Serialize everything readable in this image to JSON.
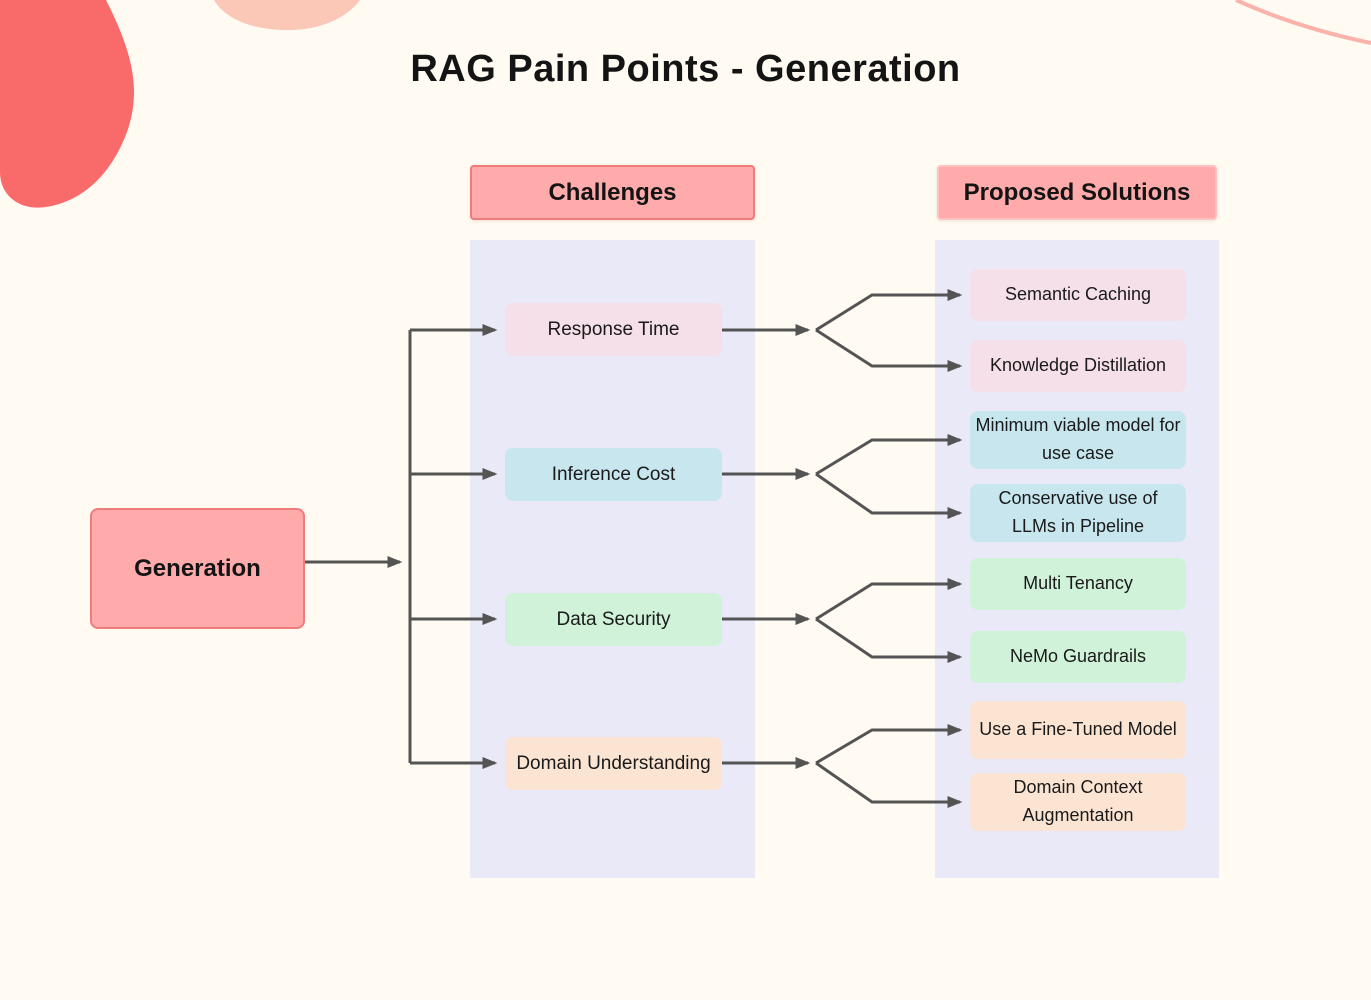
{
  "title": "RAG Pain Points - Generation",
  "headers": {
    "challenges": "Challenges",
    "solutions": "Proposed Solutions"
  },
  "diagram": {
    "root": "Generation",
    "groups": [
      {
        "challenge": "Response Time",
        "theme": "pink",
        "solutions": [
          "Semantic Caching",
          "Knowledge Distillation"
        ]
      },
      {
        "challenge": "Inference Cost",
        "theme": "blue",
        "solutions": [
          "Minimum viable model for use case",
          "Conservative use of LLMs in Pipeline"
        ]
      },
      {
        "challenge": "Data Security",
        "theme": "green",
        "solutions": [
          "Multi Tenancy",
          "NeMo Guardrails"
        ]
      },
      {
        "challenge": "Domain Understanding",
        "theme": "peach",
        "solutions": [
          "Use a Fine-Tuned Model",
          "Domain Context Augmentation"
        ]
      }
    ]
  },
  "palette": {
    "background": "#FFFBF2",
    "header_fill": "#FFABAB",
    "header_border": "#EF7B7B",
    "panel": "#E9E9F8",
    "node_pink": "#F5DFE8",
    "node_blue": "#C7E6EE",
    "node_green": "#CFF2D8",
    "node_peach": "#FCE4D3",
    "connector": "#545454",
    "blob_coral": "#F96B6B",
    "blob_peach": "#FBC7B7",
    "arc_pink": "#F9B3AB"
  }
}
